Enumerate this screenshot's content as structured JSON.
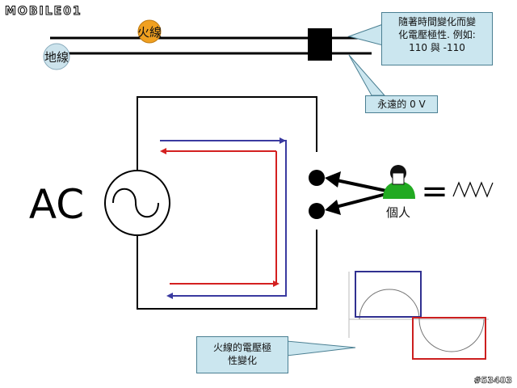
{
  "watermark": {
    "logo": "MOBILE01",
    "code": "#53403"
  },
  "wires": {
    "live_label": "火線",
    "neutral_label": "地線"
  },
  "callouts": {
    "live_voltage": [
      "隨著時間變化而變",
      "化電壓極性. 例如:",
      "110 與 -110"
    ],
    "neutral_voltage": "永遠的 0 V",
    "live_polarity": [
      "火線的電壓極",
      "性變化"
    ]
  },
  "circuit": {
    "source_label": "AC",
    "equals_sign": "="
  },
  "person": {
    "label": "個人"
  },
  "colors": {
    "wire": "#000000",
    "live_dot": "#f0a020",
    "neutral_dot": "#cce3ec",
    "arrow_blue": "#3a3aa0",
    "arrow_red": "#d42020",
    "callout_fill": "#cbe6ef",
    "person_green": "#22aa22",
    "wave_box_blue": "#303090",
    "wave_box_red": "#cc1f1f"
  }
}
